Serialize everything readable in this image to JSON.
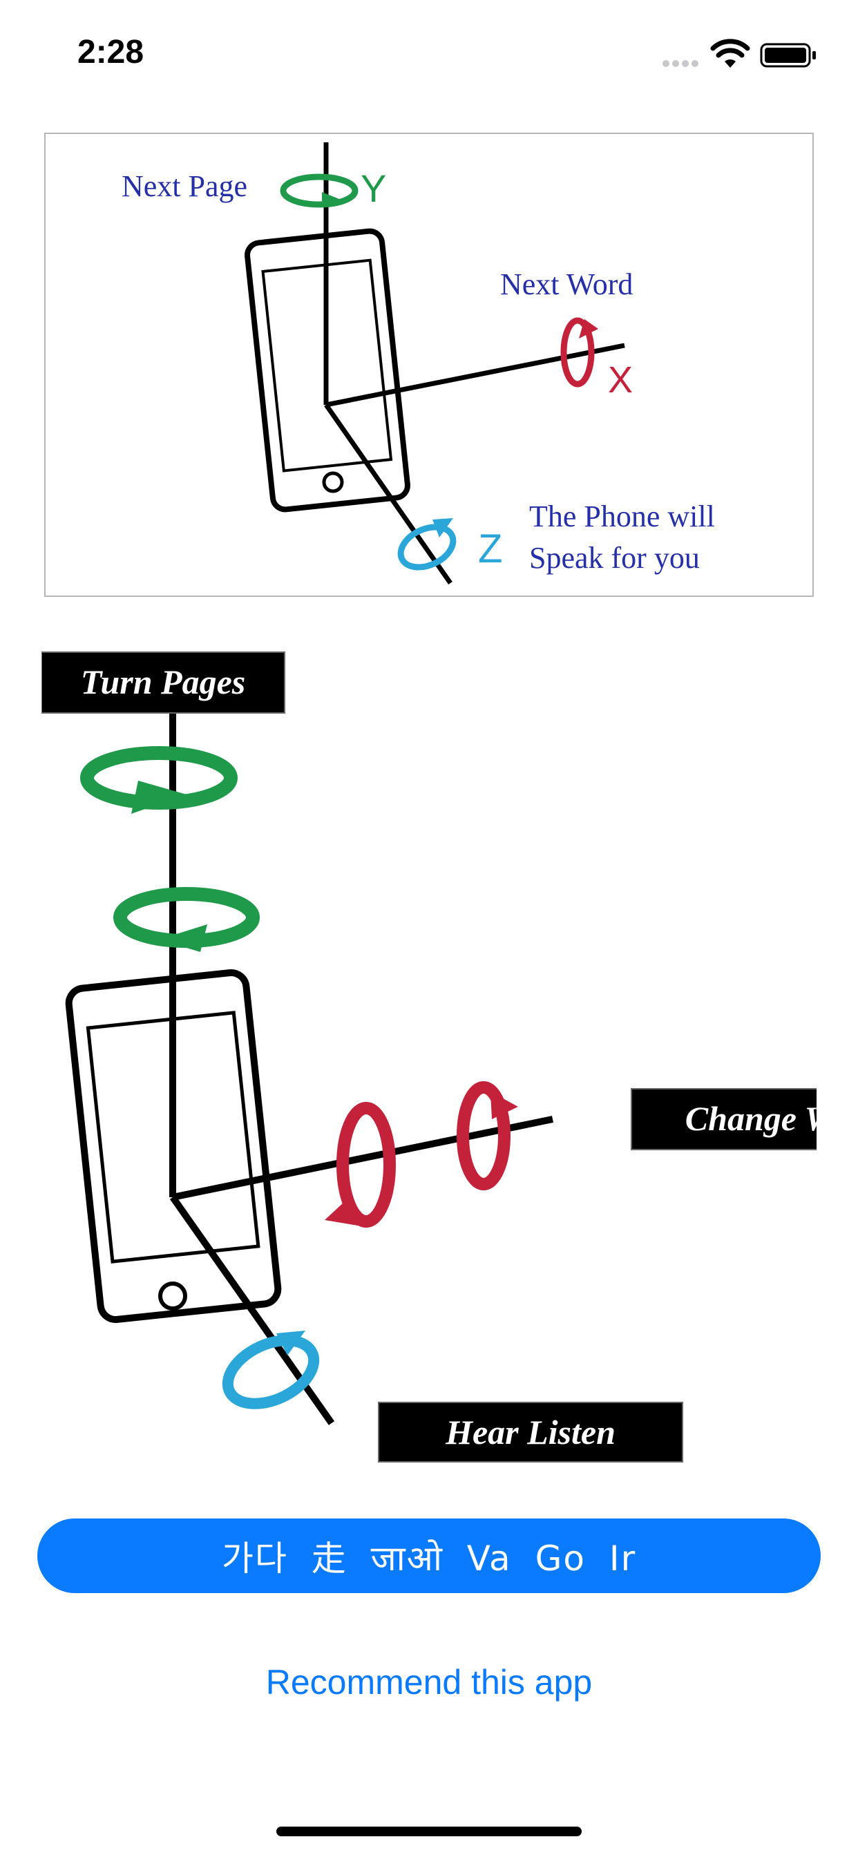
{
  "status_bar": {
    "time": "2:28"
  },
  "diagram_top": {
    "label_next_page": "Next Page",
    "axis_y": "Y",
    "label_next_word": "Next Word",
    "axis_x": "X",
    "axis_z": "Z",
    "label_speak_line1": "The Phone will",
    "label_speak_line2": "Speak for you",
    "colors": {
      "y": "#1f9a4b",
      "x": "#c4223a",
      "z": "#2aa7d8",
      "text": "#2530a8"
    }
  },
  "diagram_bottom": {
    "label_turn_pages": "Turn Pages",
    "label_change_words": "Change Words",
    "label_hear_listen": "Hear Listen"
  },
  "language_button": {
    "label": "가다 走 जाओ Va Go Ir"
  },
  "recommend_link": {
    "label": "Recommend this app"
  }
}
